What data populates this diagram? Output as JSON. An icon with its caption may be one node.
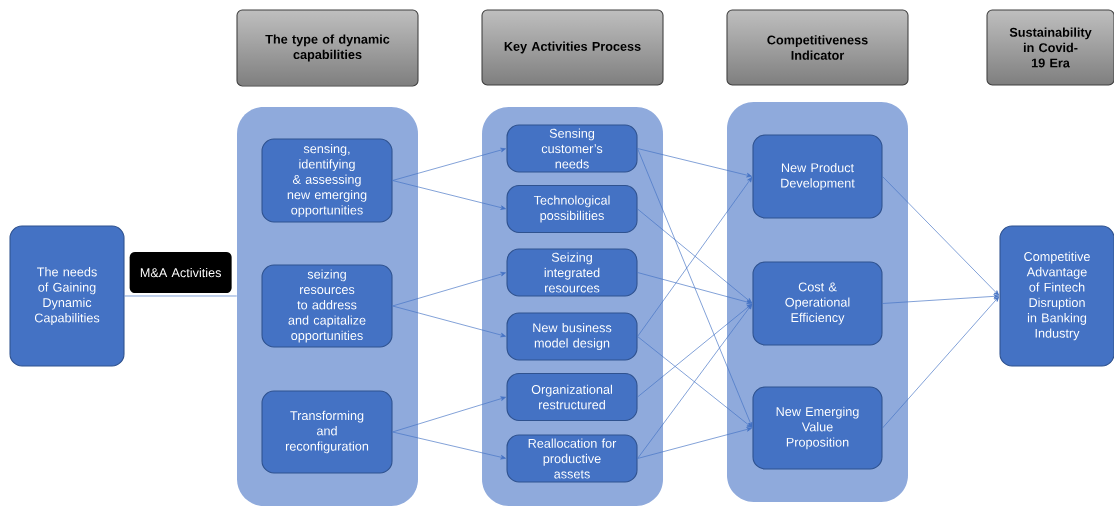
{
  "diagram": {
    "nodes": [
      {
        "text": [
          "The needs of Gaining Dynamic Capabilities"
        ]
      },
      {
        "text": [
          "The type of dynamic capabilities"
        ]
      },
      {
        "text": [
          "Key Activities Process"
        ]
      },
      {
        "text": [
          "Competitiveness Indicator"
        ]
      },
      {
        "text": [
          "Sustainability in Covid-19 Era"
        ]
      },
      {
        "text": [],
        "shape": "box"
      },
      {
        "text": [
          "sensing, identifying & assessing new emerging opportunities"
        ],
        "in": 5
      },
      {
        "text": [
          "seizing resources to address and capitalize opportunities"
        ],
        "in": 5
      },
      {
        "text": [
          "Transforming and reconfiguration"
        ],
        "in": 5
      },
      {
        "text": [],
        "shape": "box"
      },
      {
        "text": [
          "Sensing customer’s needs"
        ],
        "in": 9
      },
      {
        "text": [
          "Technological possibilities"
        ],
        "in": 9
      },
      {
        "text": [
          "Seizing integrated resources"
        ],
        "in": 9
      },
      {
        "text": [
          "New business model design"
        ],
        "in": 9
      },
      {
        "text": [
          "Organizational restructured"
        ],
        "in": 9
      },
      {
        "text": [
          "Reallocation for productive assets"
        ],
        "in": 9
      },
      {
        "text": [],
        "shape": "box"
      },
      {
        "text": [
          "New Product Development"
        ],
        "in": 16
      },
      {
        "text": [
          "Cost & Operational Efficiency"
        ],
        "in": 16
      },
      {
        "text": [
          "New Emerging Value Proposition"
        ],
        "in": 16
      },
      {
        "text": [
          "Competitive Advantage of Fintech Disruption in Banking Industry"
        ]
      }
    ],
    "edges": [
      {
        "from": 0,
        "to": 5,
        "arrow": "none",
        "label": "M&A Activities"
      },
      {
        "from": 6,
        "to": 10,
        "arrow": "to"
      },
      {
        "from": 6,
        "to": 11,
        "arrow": "to"
      },
      {
        "from": 7,
        "to": 12,
        "arrow": "to"
      },
      {
        "from": 7,
        "to": 13,
        "arrow": "to"
      },
      {
        "from": 8,
        "to": 14,
        "arrow": "to"
      },
      {
        "from": 8,
        "to": 15,
        "arrow": "to"
      },
      {
        "from": 10,
        "to": 17,
        "arrow": "to"
      },
      {
        "from": 10,
        "to": 19,
        "arrow": "to"
      },
      {
        "from": 11,
        "to": 18,
        "arrow": "to"
      },
      {
        "from": 12,
        "to": 18,
        "arrow": "to"
      },
      {
        "from": 13,
        "to": 17,
        "arrow": "to"
      },
      {
        "from": 13,
        "to": 19,
        "arrow": "to"
      },
      {
        "from": 14,
        "to": 18,
        "arrow": "to"
      },
      {
        "from": 15,
        "to": 18,
        "arrow": "to"
      },
      {
        "from": 15,
        "to": 19,
        "arrow": "to"
      },
      {
        "from": 17,
        "to": 20,
        "arrow": "to"
      },
      {
        "from": 18,
        "to": 20,
        "arrow": "to"
      },
      {
        "from": 19,
        "to": 20,
        "arrow": "to"
      }
    ]
  }
}
